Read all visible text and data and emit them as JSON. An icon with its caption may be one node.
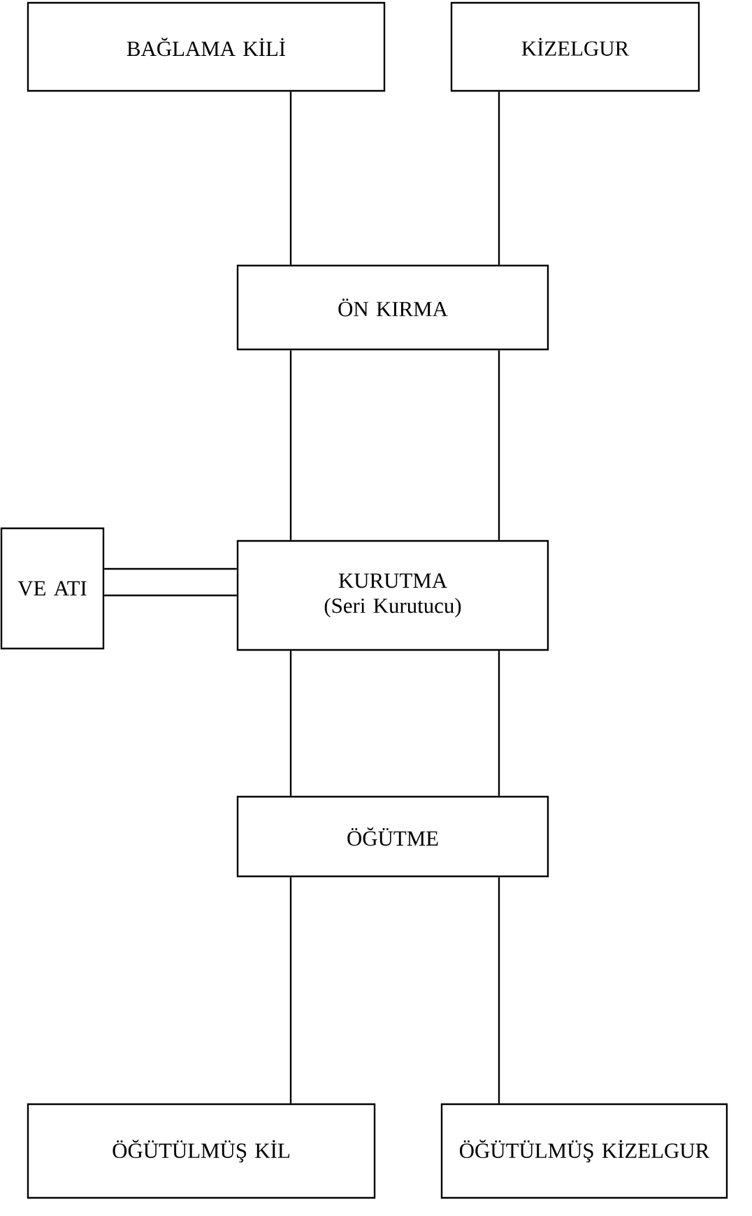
{
  "diagram": {
    "nodes": [
      {
        "text": [
          "BAĞLAMA KİLİ"
        ]
      },
      {
        "text": [
          "KİZELGUR"
        ]
      },
      {
        "text": [
          "ÖN KIRMA"
        ]
      },
      {
        "text": [
          "VE ATI"
        ]
      },
      {
        "text": [
          "KURUTMA",
          "(Seri Kurutucu)"
        ]
      },
      {
        "text": [
          "ÖĞÜTME"
        ]
      },
      {
        "text": [
          "ÖĞÜTÜLMÜŞ KİL"
        ]
      },
      {
        "text": [
          "ÖĞÜTÜLMÜŞ KİZELGUR"
        ]
      }
    ],
    "edges": [
      {
        "from": 0,
        "to": 2,
        "arrow": "none"
      },
      {
        "from": 1,
        "to": 2,
        "arrow": "none"
      },
      {
        "from": 2,
        "to": 4,
        "arrow": "none"
      },
      {
        "from": 2,
        "to": 4,
        "arrow": "none"
      },
      {
        "from": 3,
        "to": 4,
        "arrow": "none"
      },
      {
        "from": 3,
        "to": 4,
        "arrow": "none"
      },
      {
        "from": 4,
        "to": 5,
        "arrow": "none"
      },
      {
        "from": 4,
        "to": 5,
        "arrow": "none"
      },
      {
        "from": 5,
        "to": 6,
        "arrow": "none"
      },
      {
        "from": 5,
        "to": 7,
        "arrow": "none"
      }
    ]
  }
}
